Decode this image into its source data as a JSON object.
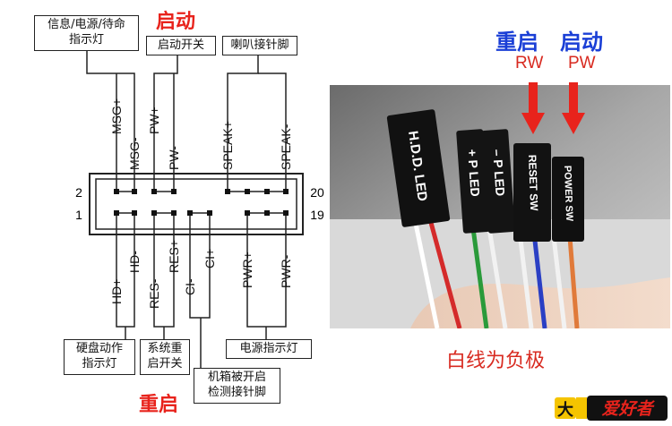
{
  "top_labels": {
    "status_led": "信息/电源/待命\n指示灯",
    "start_red": "启动",
    "power_switch": "启动开关",
    "speaker": "喇叭接针脚"
  },
  "pin_labels_top": [
    "MSG+",
    "MSG-",
    "PW+",
    "PW-",
    "SPEAK+",
    "SPEAK-"
  ],
  "pin_labels_bottom": [
    "HD+",
    "HD-",
    "RES-",
    "RES+",
    "CI-",
    "CI+",
    "PWR+",
    "PWR-"
  ],
  "pin_numbers": {
    "top_left": "2",
    "bottom_left": "1",
    "top_right": "20",
    "bottom_right": "19"
  },
  "bottom_labels": {
    "hdd_led": "硬盘动作\n指示灯",
    "reset_switch": "系统重\n启开关",
    "chassis": "机箱被开启\n检测接针脚",
    "power_led": "电源指示灯",
    "reset_red": "重启"
  },
  "photo": {
    "title_reset": "重启",
    "title_start": "启动",
    "code_reset": "RW",
    "code_start": "PW",
    "connector_hdd": "H.D.D. LED",
    "connector_pled_minus": "– P LED",
    "connector_pled_plus": "+ P LED",
    "connector_reset": "RESET SW",
    "connector_power": "POWER SW",
    "caption": "白线为负极"
  },
  "logo_text": "爱好者",
  "colors": {
    "accent_red": "#e8231c",
    "accent_blue": "#1a3fd6"
  }
}
